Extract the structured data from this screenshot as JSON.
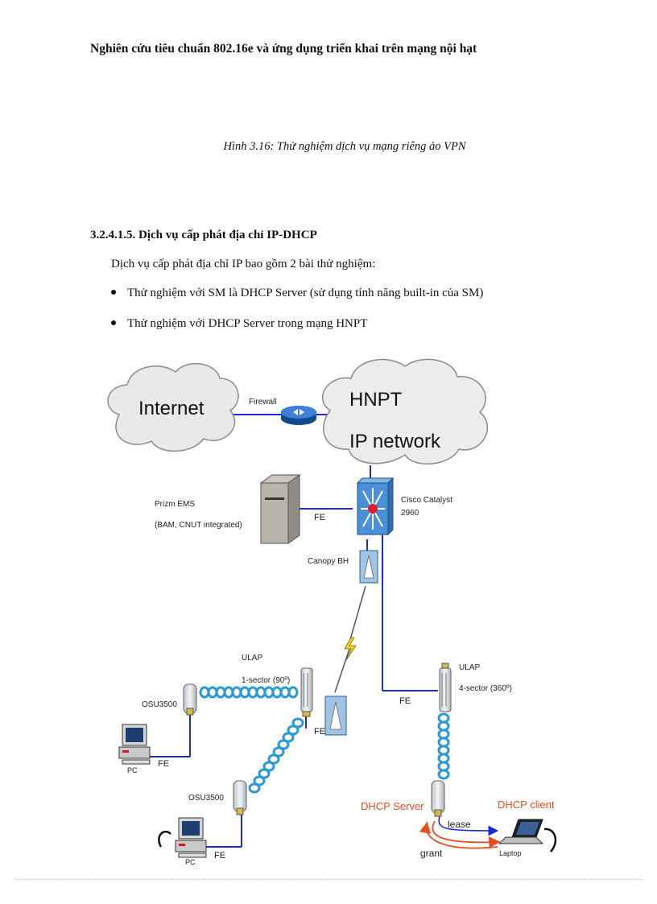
{
  "header": {
    "title": "Nghiên cứu tiêu chuẩn 802.16e và ứng dụng triển khai trên mạng nội hạt"
  },
  "caption": "Hình 3.16: Thử nghiệm dịch vụ mạng riêng ảo VPN",
  "section": {
    "heading": "3.2.4.1.5. Dịch vụ cấp phát địa chỉ IP-DHCP",
    "intro": "Dịch vụ cấp phát địa chỉ IP bao gồm 2 bài thử nghiệm:",
    "bullets": [
      "Thử nghiệm với SM là DHCP Server (sử dụng tính năng built-in của SM)",
      "Thử nghiệm với DHCP Server trong mạng HNPT"
    ]
  },
  "diagram": {
    "internet": "Internet",
    "hnpt_line1": "HNPT",
    "hnpt_line2": "IP network",
    "firewall": "Firewall",
    "prizm_line1": "Prizm EMS",
    "prizm_line2": "(BAM, CNUT integrated)",
    "fe": "FE",
    "cisco_line1": "Cisco Catalyst",
    "cisco_line2": "2960",
    "canopy": "Canopy BH",
    "ulap": "ULAP",
    "sector1": "1-sector (90º)",
    "sector4": "4-sector (360º)",
    "osu": "OSU3500",
    "pc": "PC",
    "dhcp_server": "DHCP Server",
    "dhcp_client": "DHCP client",
    "lease": "lease",
    "grant": "grant",
    "laptop": "Laptop"
  },
  "colors": {
    "link": "#1f2bd1",
    "cloud": "#e9e9e9",
    "dhcp": "#e84d22",
    "radio": "#2a9ad6"
  }
}
